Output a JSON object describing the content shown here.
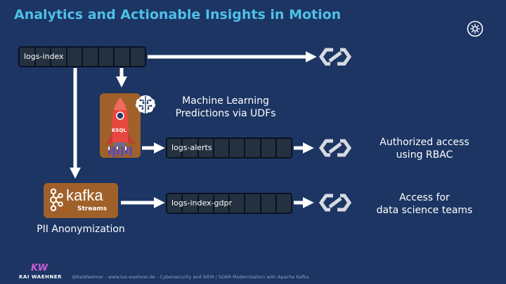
{
  "title": "Analytics and Actionable Insights in Motion",
  "topics": {
    "logs_index": "logs-index",
    "logs_alerts": "logs-alerts",
    "logs_index_gdpr": "logs-index-gdpr"
  },
  "labels": {
    "ml_line1": "Machine Learning",
    "ml_line2": "Predictions via UDFs",
    "rbac_line1": "Authorized access",
    "rbac_line2": "using RBAC",
    "ds_line1": "Access for",
    "ds_line2": "data science teams",
    "pii": "PII Anonymization"
  },
  "ksql": {
    "badge": "KSQL"
  },
  "kafka": {
    "name": "kafka",
    "sub": "Streams"
  },
  "footer": {
    "brand_initials": "KW",
    "brand": "KAI WAEHNER",
    "text": "@KaiWaehner - www.kai-waehner.de - Cybersecurity and SIEM / SOAR Modernization with Apache Kafka"
  },
  "icons": [
    "sink-connector-icon",
    "brain-icon",
    "rocket-icon",
    "kafka-logo-icon",
    "logo-icon"
  ],
  "colors": {
    "title": "#4fc0e8",
    "background": "#1c3563",
    "component_box": "#a0602a"
  }
}
